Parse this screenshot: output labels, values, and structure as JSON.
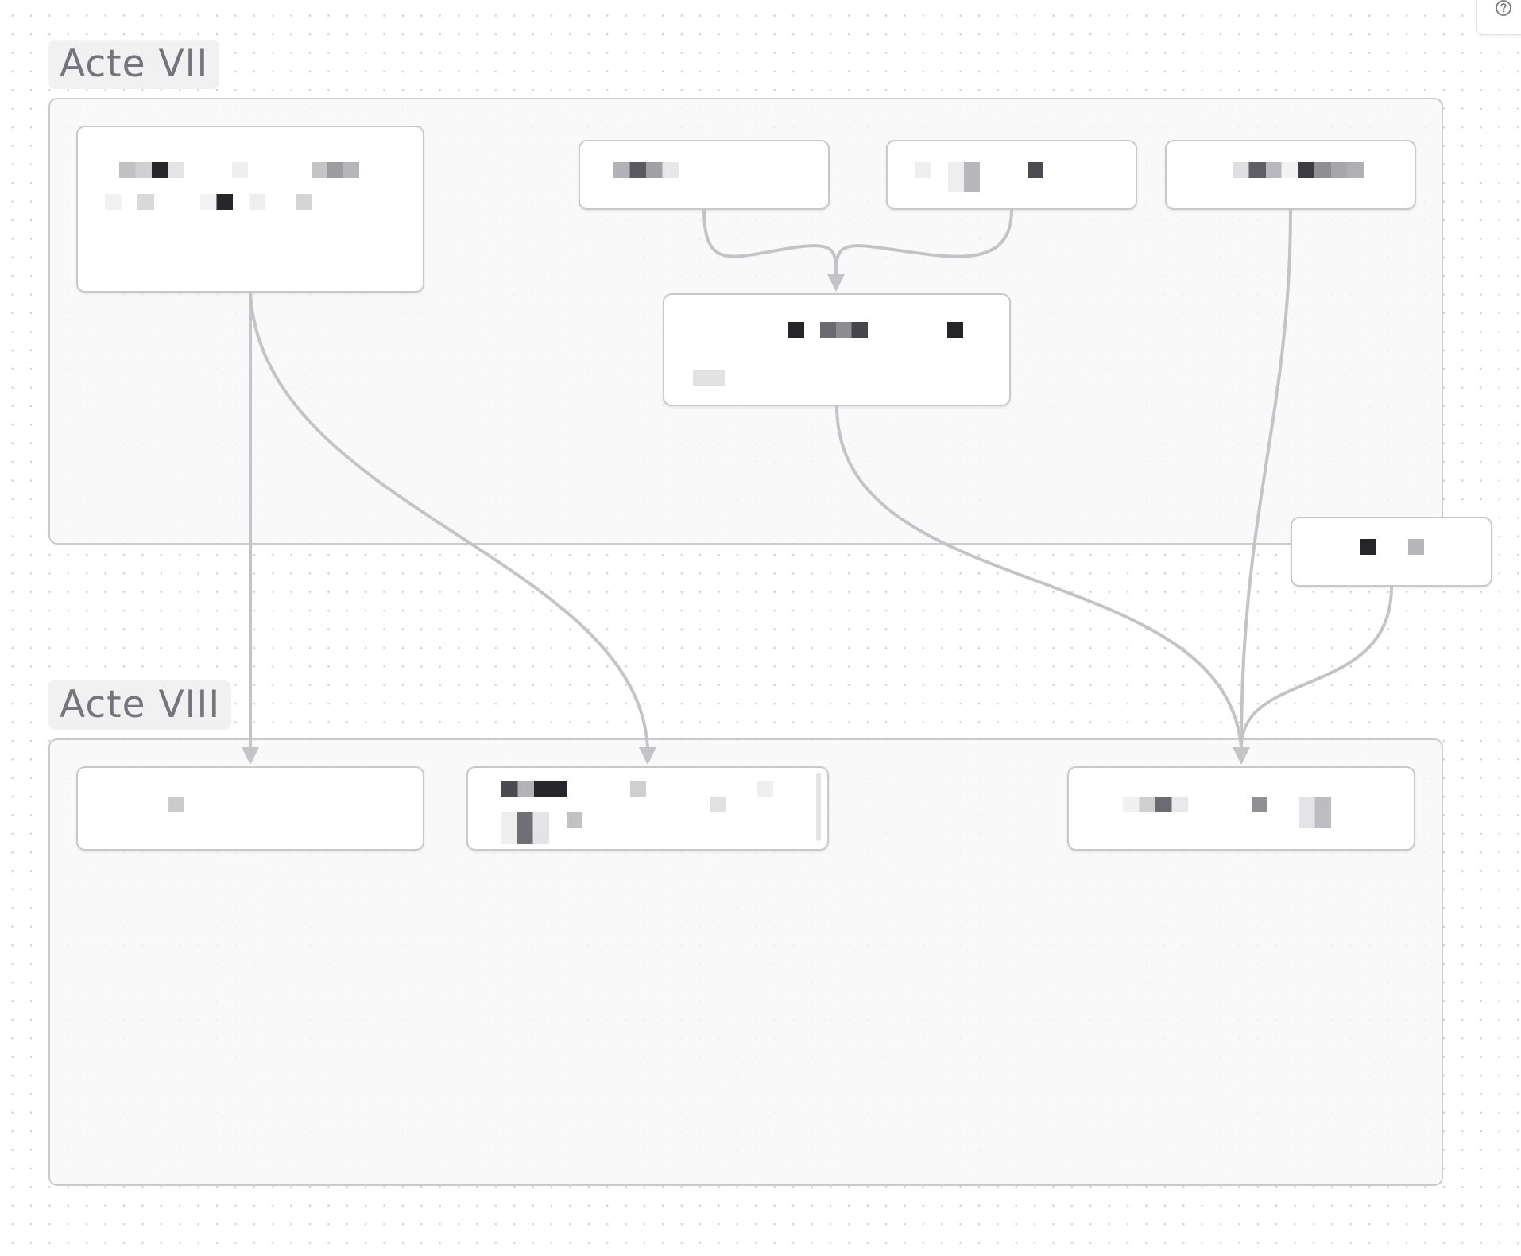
{
  "diagram": {
    "groups": [
      {
        "id": "acte-vii",
        "title": "Acte VII"
      },
      {
        "id": "acte-viii",
        "title": "Acte VIII"
      }
    ],
    "nodes": [
      {
        "id": "n1",
        "group": "acte-vii",
        "label_redacted": true
      },
      {
        "id": "n2",
        "group": "acte-vii",
        "label_redacted": true
      },
      {
        "id": "n3",
        "group": "acte-vii",
        "label_redacted": true
      },
      {
        "id": "n4",
        "group": "acte-vii",
        "label_redacted": true
      },
      {
        "id": "n5",
        "group": "acte-vii",
        "label_redacted": true
      },
      {
        "id": "n6",
        "group": "none",
        "label_redacted": true
      },
      {
        "id": "n7",
        "group": "acte-viii",
        "label_redacted": true
      },
      {
        "id": "n8",
        "group": "acte-viii",
        "label_redacted": true
      },
      {
        "id": "n9",
        "group": "acte-viii",
        "label_redacted": true
      }
    ],
    "edges": [
      {
        "from": "n2",
        "to": "n5"
      },
      {
        "from": "n3",
        "to": "n5"
      },
      {
        "from": "n1",
        "to": "n7"
      },
      {
        "from": "n1",
        "to": "n8"
      },
      {
        "from": "n5",
        "to": "n9"
      },
      {
        "from": "n4",
        "to": "n9"
      },
      {
        "from": "n6",
        "to": "n9"
      }
    ],
    "colors": {
      "edge": "#c4c4c8",
      "border": "#c9c9cd",
      "group_background": "#f8f8f9",
      "title_text": "#74747c"
    }
  },
  "controls": {
    "help_icon": "question-circle-icon"
  }
}
